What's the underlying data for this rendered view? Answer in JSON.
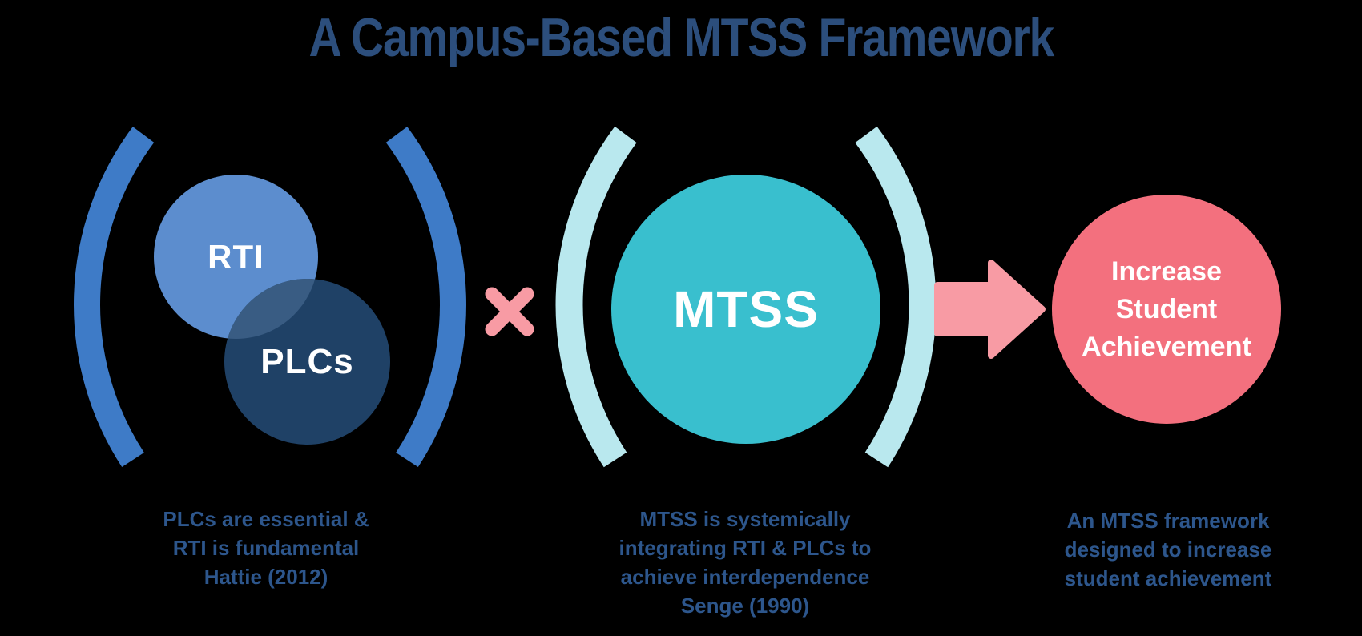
{
  "title": "A Campus-Based MTSS Framework",
  "operator": "×",
  "left_group": {
    "rti_label": "RTI",
    "plcs_label": "PLCs",
    "caption": [
      "PLCs are essential &",
      "RTI is fundamental",
      "Hattie (2012)"
    ]
  },
  "middle_group": {
    "mtss_label": "MTSS",
    "caption": [
      "MTSS is systemically",
      "integrating RTI & PLCs to",
      "achieve interdependence",
      "Senge (1990)"
    ]
  },
  "right_group": {
    "circle_lines": [
      "Increase",
      "Student",
      "Achievement"
    ],
    "caption": [
      "An MTSS framework",
      "designed to increase",
      "student achievement"
    ]
  },
  "colors": {
    "background": "#000000",
    "title_navy": "#2C4E7C",
    "caption_blue": "#2D568C",
    "paren_blue": "#3E7BC7",
    "rti_blue": "#5C8DCE",
    "plcs_navy": "#1F4166",
    "overlap_blue": "#395C83",
    "mtss_teal": "#39BFCE",
    "paren_teal": "#B9E8EE",
    "pink": "#F89BA4",
    "coral": "#F3707E"
  }
}
